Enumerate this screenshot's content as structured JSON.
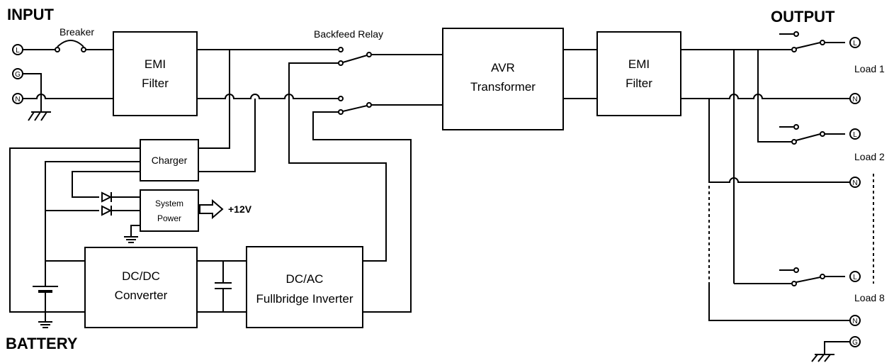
{
  "labels": {
    "input": "INPUT",
    "output": "OUTPUT",
    "battery": "BATTERY",
    "breaker": "Breaker",
    "backfeed_relay": "Backfeed Relay",
    "plus12v": "+12V",
    "load1": "Load 1",
    "load2": "Load 2",
    "load8": "Load 8"
  },
  "blocks": {
    "emi_in": [
      "EMI",
      "Filter"
    ],
    "avr": [
      "AVR",
      "Transformer"
    ],
    "emi_out": [
      "EMI",
      "Filter"
    ],
    "charger": "Charger",
    "system_power": [
      "System",
      "Power"
    ],
    "dcdc": [
      "DC/DC",
      "Converter"
    ],
    "dcac": [
      "DC/AC",
      "Fullbridge Inverter"
    ]
  },
  "terminals": {
    "line": "L",
    "neutral": "N",
    "ground": "G"
  }
}
